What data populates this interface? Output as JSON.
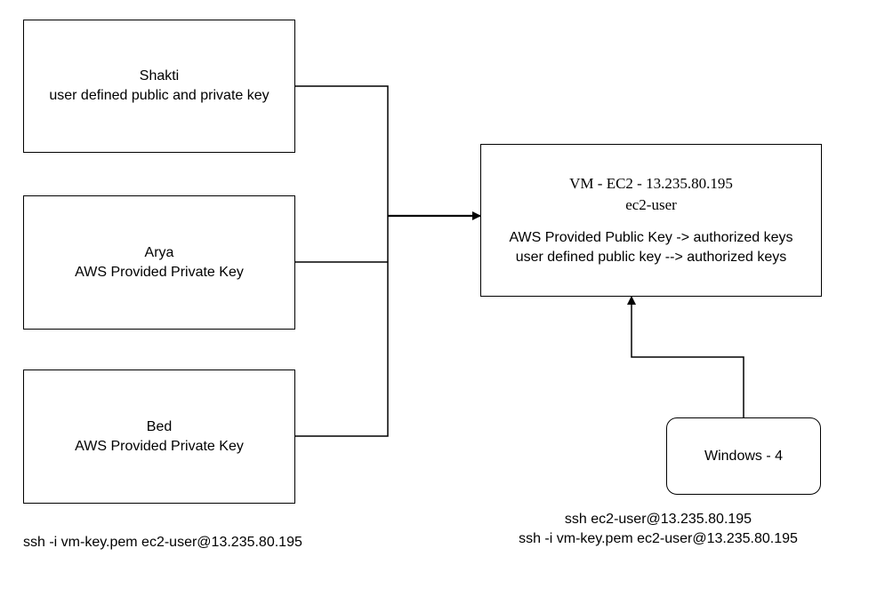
{
  "nodes": {
    "shakti": {
      "title": "Shakti",
      "subtitle": "user defined public and private key"
    },
    "arya": {
      "title": "Arya",
      "subtitle": "AWS Provided Private Key"
    },
    "bed": {
      "title": "Bed",
      "subtitle": "AWS Provided Private Key"
    },
    "vm": {
      "title": "VM - EC2 - 13.235.80.195",
      "user": "ec2-user",
      "key_line_1": "AWS Provided Public Key -> authorized keys",
      "key_line_2": "user defined public key --> authorized keys"
    },
    "windows": {
      "title": "Windows - 4"
    }
  },
  "captions": {
    "left_command": "ssh -i vm-key.pem ec2-user@13.235.80.195",
    "right_command_1": "ssh ec2-user@13.235.80.195",
    "right_command_2": "ssh -i vm-key.pem ec2-user@13.235.80.195"
  },
  "colors": {
    "stroke": "#000000",
    "background": "#ffffff"
  }
}
